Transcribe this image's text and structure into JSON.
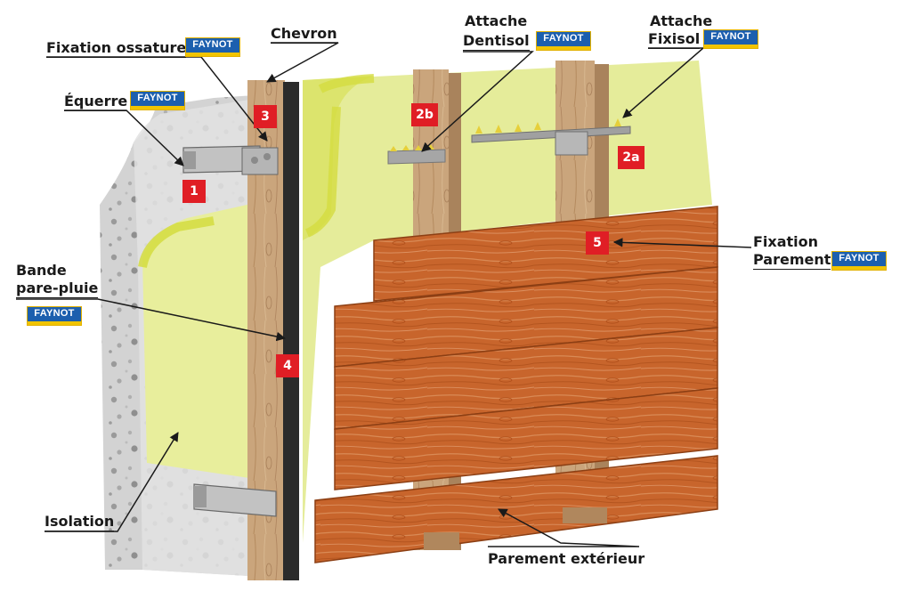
{
  "labels": {
    "fixation_ossature": "Fixation ossature",
    "equerre": "Équerre",
    "chevron": "Chevron",
    "attache_dentisol_1": "Attache",
    "attache_dentisol_2": "Dentisol",
    "attache_fixisol_1": "Attache",
    "attache_fixisol_2": "Fixisol",
    "bande_1": "Bande",
    "bande_2": "pare-pluie",
    "fixation_parement_1": "Fixation",
    "fixation_parement_2": "Parement",
    "isolation": "Isolation",
    "parement_exterieur": "Parement extérieur"
  },
  "brand": {
    "name": "FAYNOT"
  },
  "badges": {
    "b1": "1",
    "b2a": "2a",
    "b2b": "2b",
    "b3": "3",
    "b4": "4",
    "b5": "5"
  },
  "colors": {
    "badge": "#e01e25",
    "brand_blue": "#1c5fae",
    "brand_yellow": "#f1c400",
    "insulation": "#e5ec9a",
    "wood_cladding": "#c8652c",
    "batten": "#c9a47a",
    "concrete": "#d9d9d9",
    "membrane": "#2b2b2b"
  }
}
